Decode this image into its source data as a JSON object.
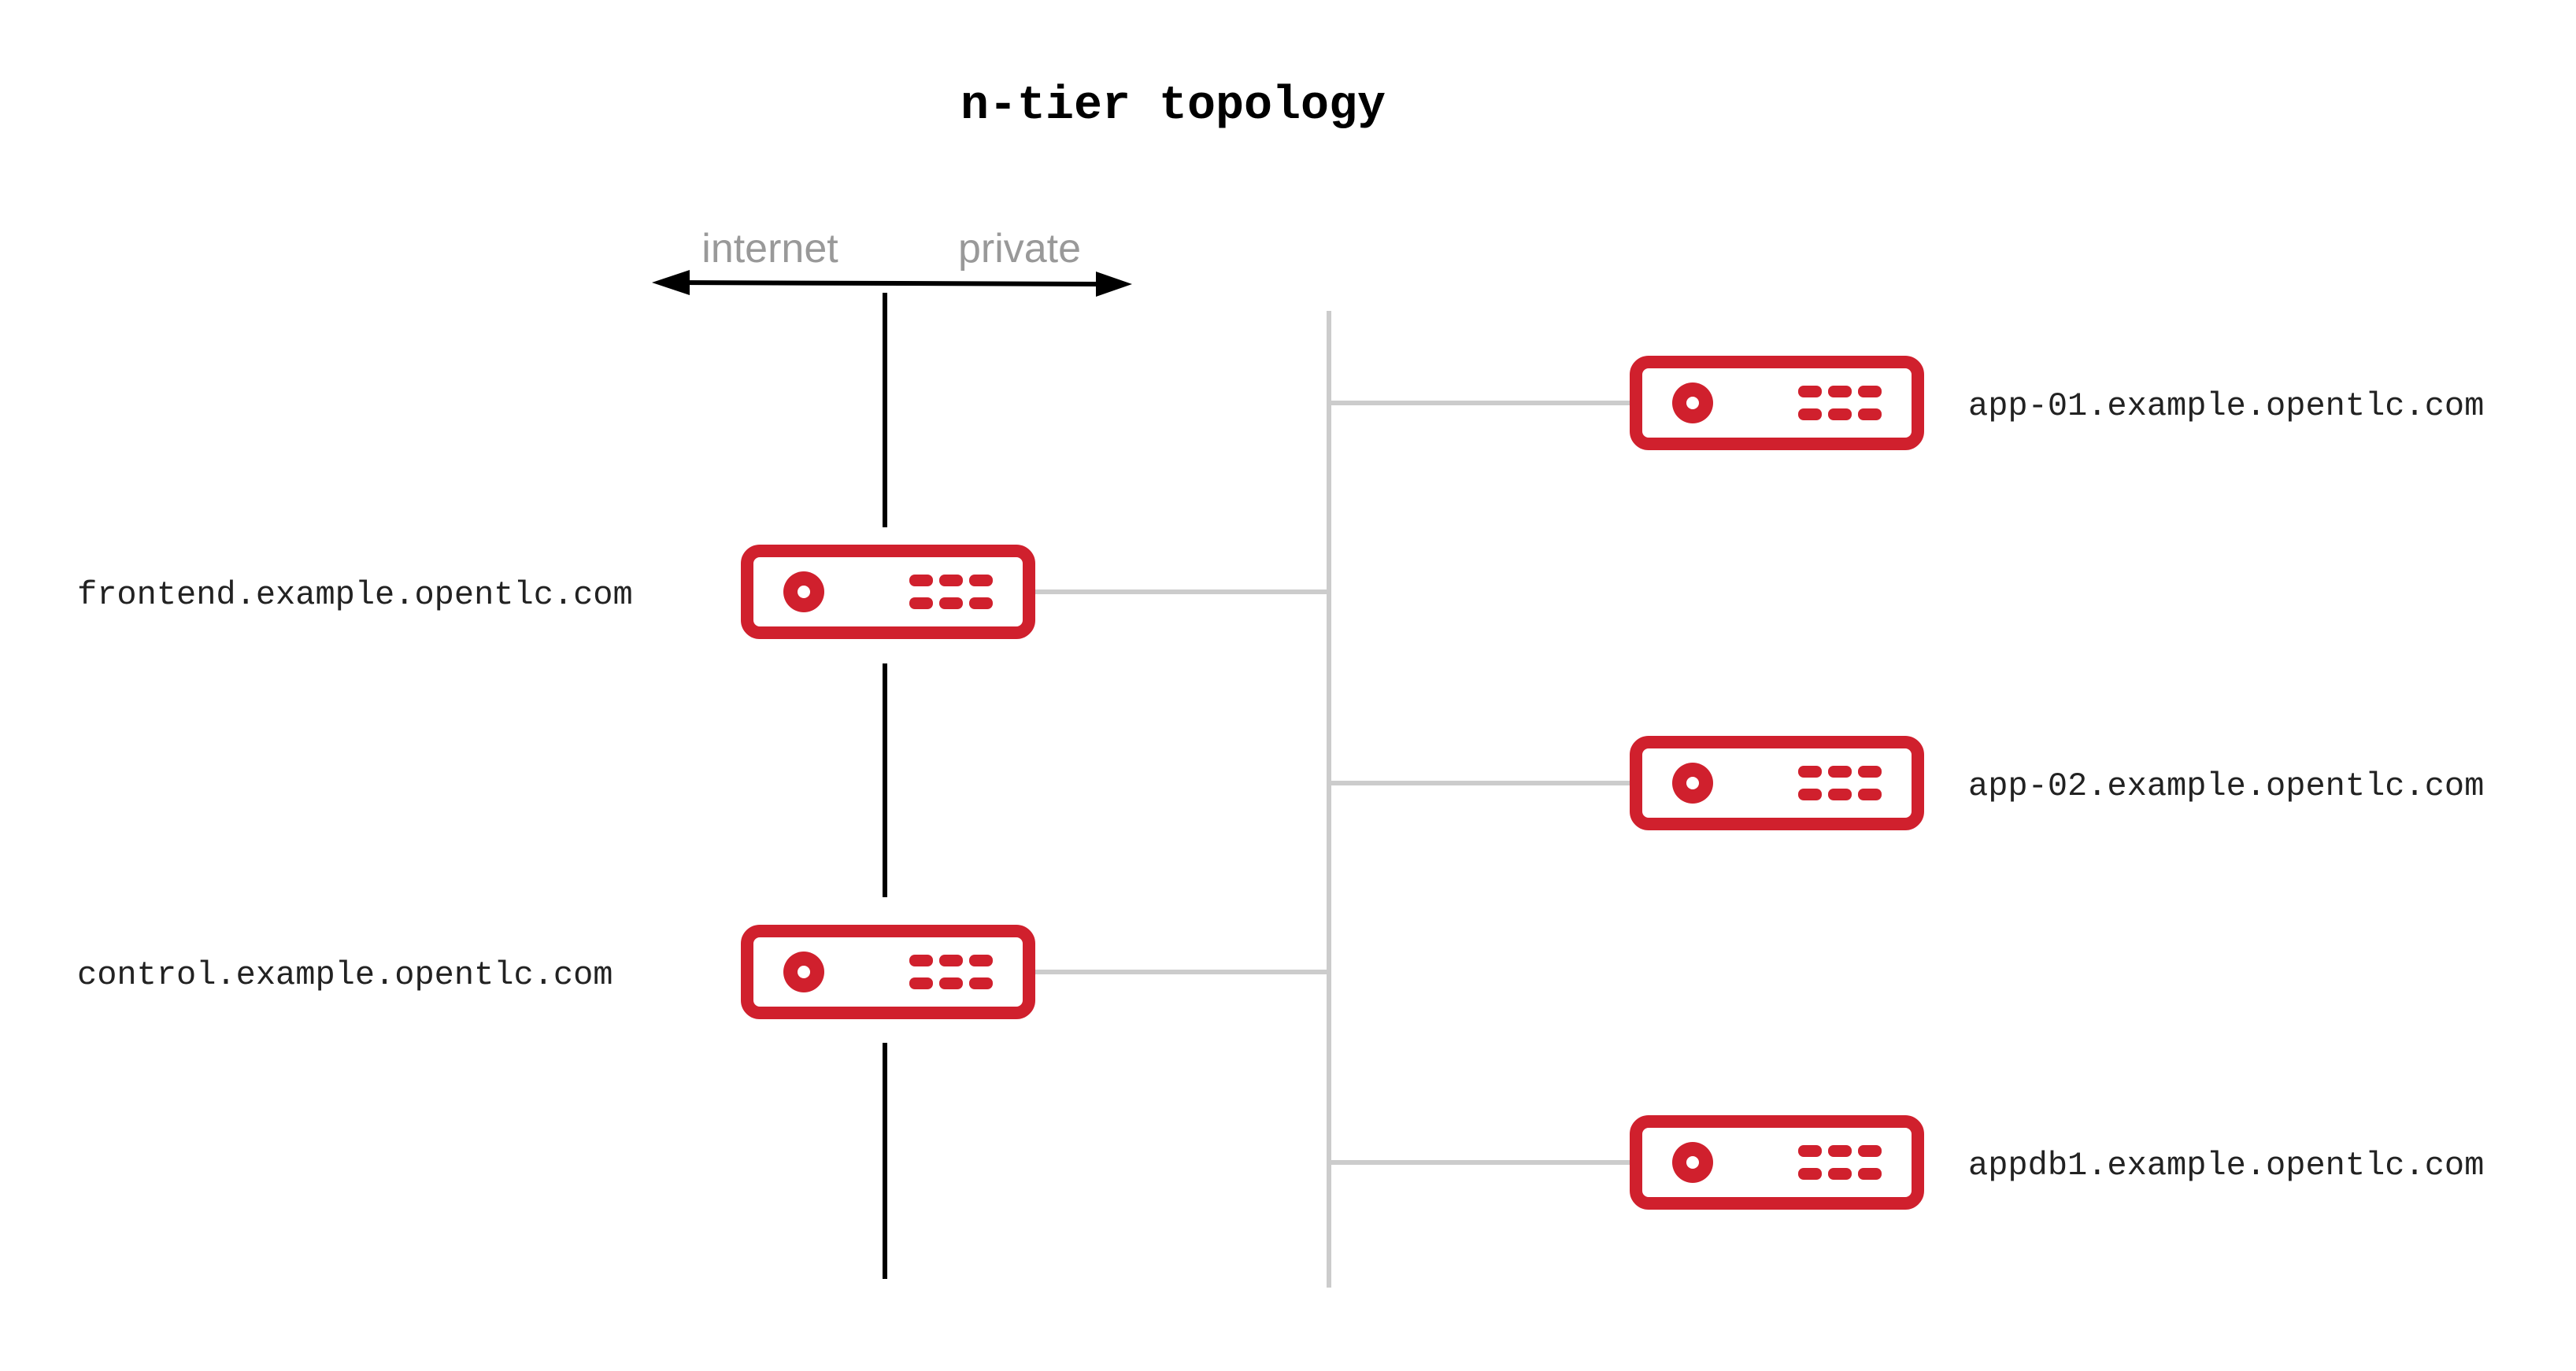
{
  "title": "n-tier topology",
  "zones": {
    "left": "internet",
    "right": "private"
  },
  "colors": {
    "server": "#d0202d",
    "private_network": "#cccccc",
    "public_boundary": "#000000",
    "zone_label": "#999999"
  },
  "hosts": {
    "frontend": "frontend.example.opentlc.com",
    "control": "control.example.opentlc.com",
    "app01": "app-01.example.opentlc.com",
    "app02": "app-02.example.opentlc.com",
    "appdb1": "appdb1.example.opentlc.com"
  },
  "icons": {
    "server": "server-rack-icon",
    "arrow": "double-headed-arrow-icon"
  }
}
